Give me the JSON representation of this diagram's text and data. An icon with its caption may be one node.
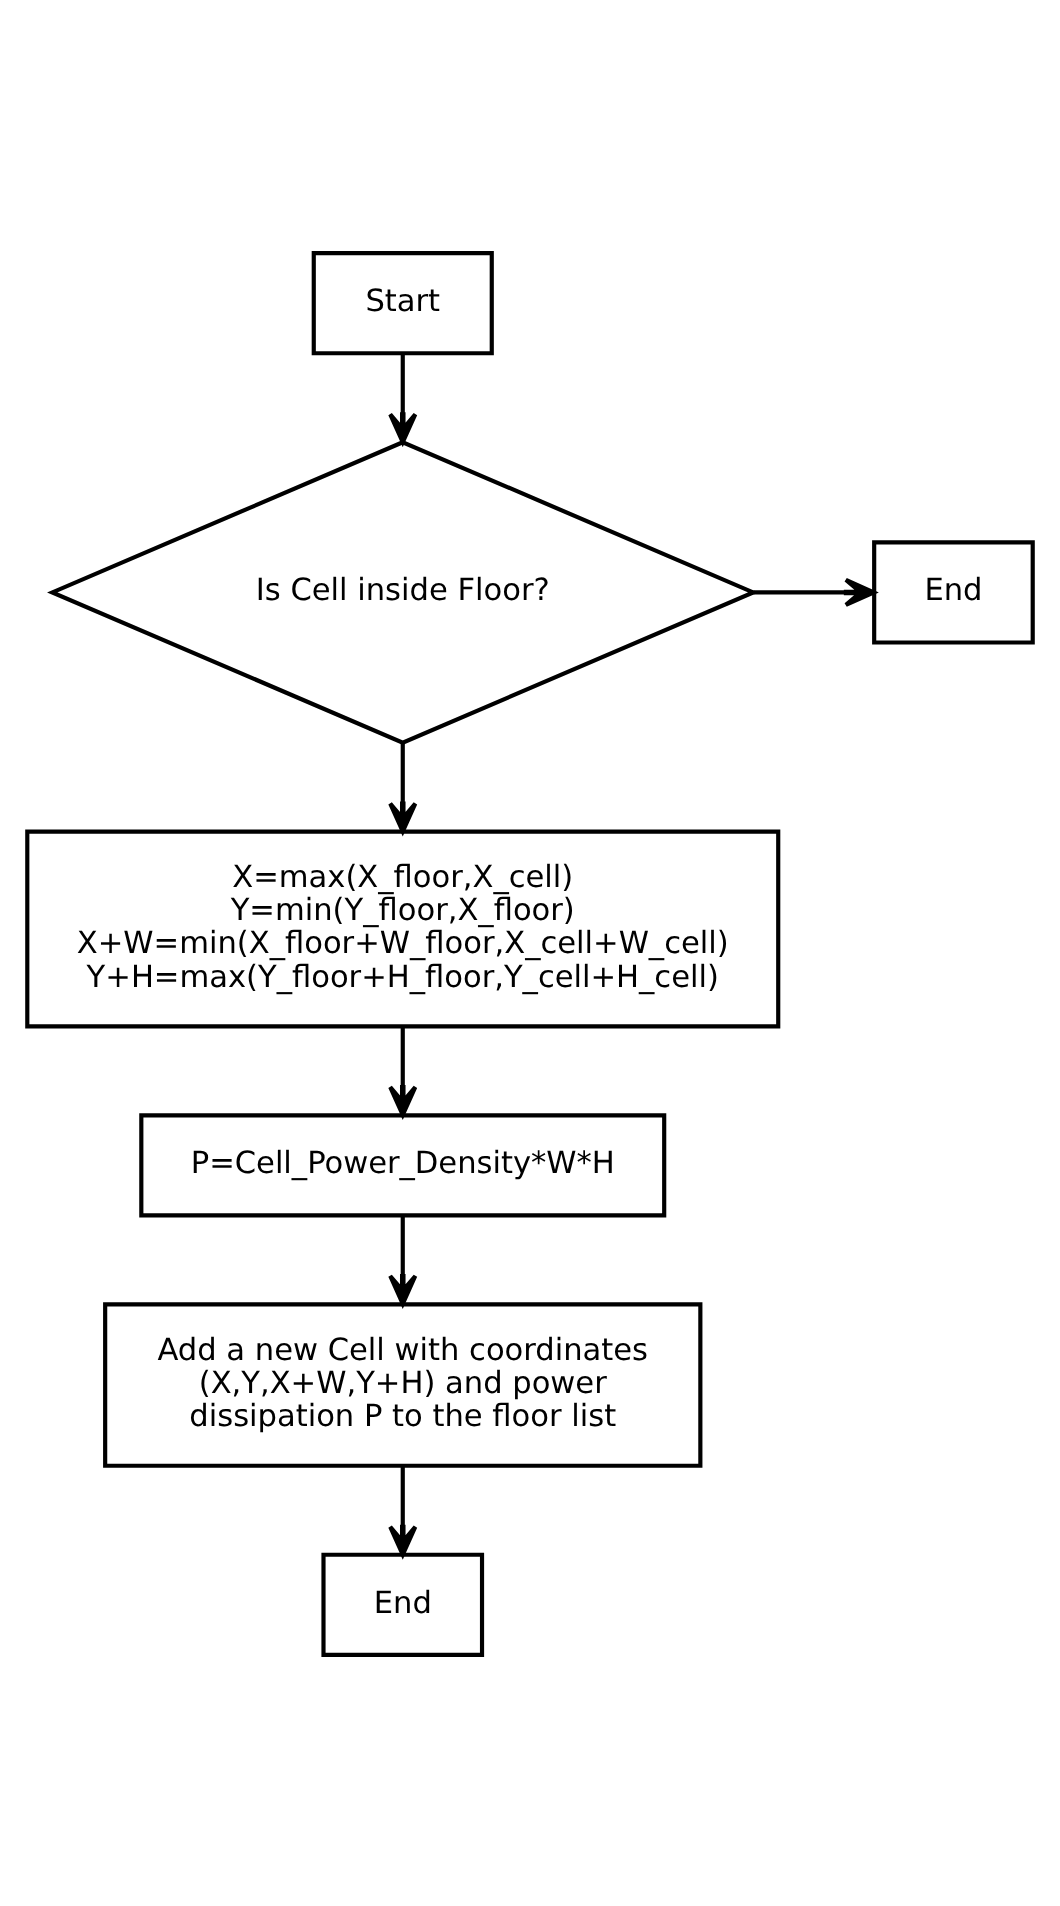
{
  "diagram": {
    "nodes": [
      {
        "text": [
          "Start"
        ]
      },
      {
        "text": [
          "Is Cell inside Floor?"
        ]
      },
      {
        "text": [
          "End"
        ]
      },
      {
        "text": [
          "X=max(X_floor,X_cell)",
          "Y=min(Y_floor,X_floor)",
          "X+W=min(X_floor+W_floor,X_cell+W_cell)",
          "Y+H=max(Y_floor+H_floor,Y_cell+H_cell)"
        ]
      },
      {
        "text": [
          "P=Cell_Power_Density*W*H"
        ]
      },
      {
        "text": [
          "Add a new Cell with coordinates (X,Y,X+W,Y+H) and power dissipation P to the floor list"
        ]
      },
      {
        "text": [
          "End"
        ]
      }
    ],
    "edges": [
      {
        "from": 0,
        "to": 1,
        "arrow": "to"
      },
      {
        "from": 1,
        "to": 2,
        "arrow": "to"
      },
      {
        "from": 1,
        "to": 3,
        "arrow": "to"
      },
      {
        "from": 3,
        "to": 4,
        "arrow": "to"
      },
      {
        "from": 4,
        "to": 5,
        "arrow": "to"
      },
      {
        "from": 5,
        "to": 6,
        "arrow": "to"
      }
    ]
  }
}
